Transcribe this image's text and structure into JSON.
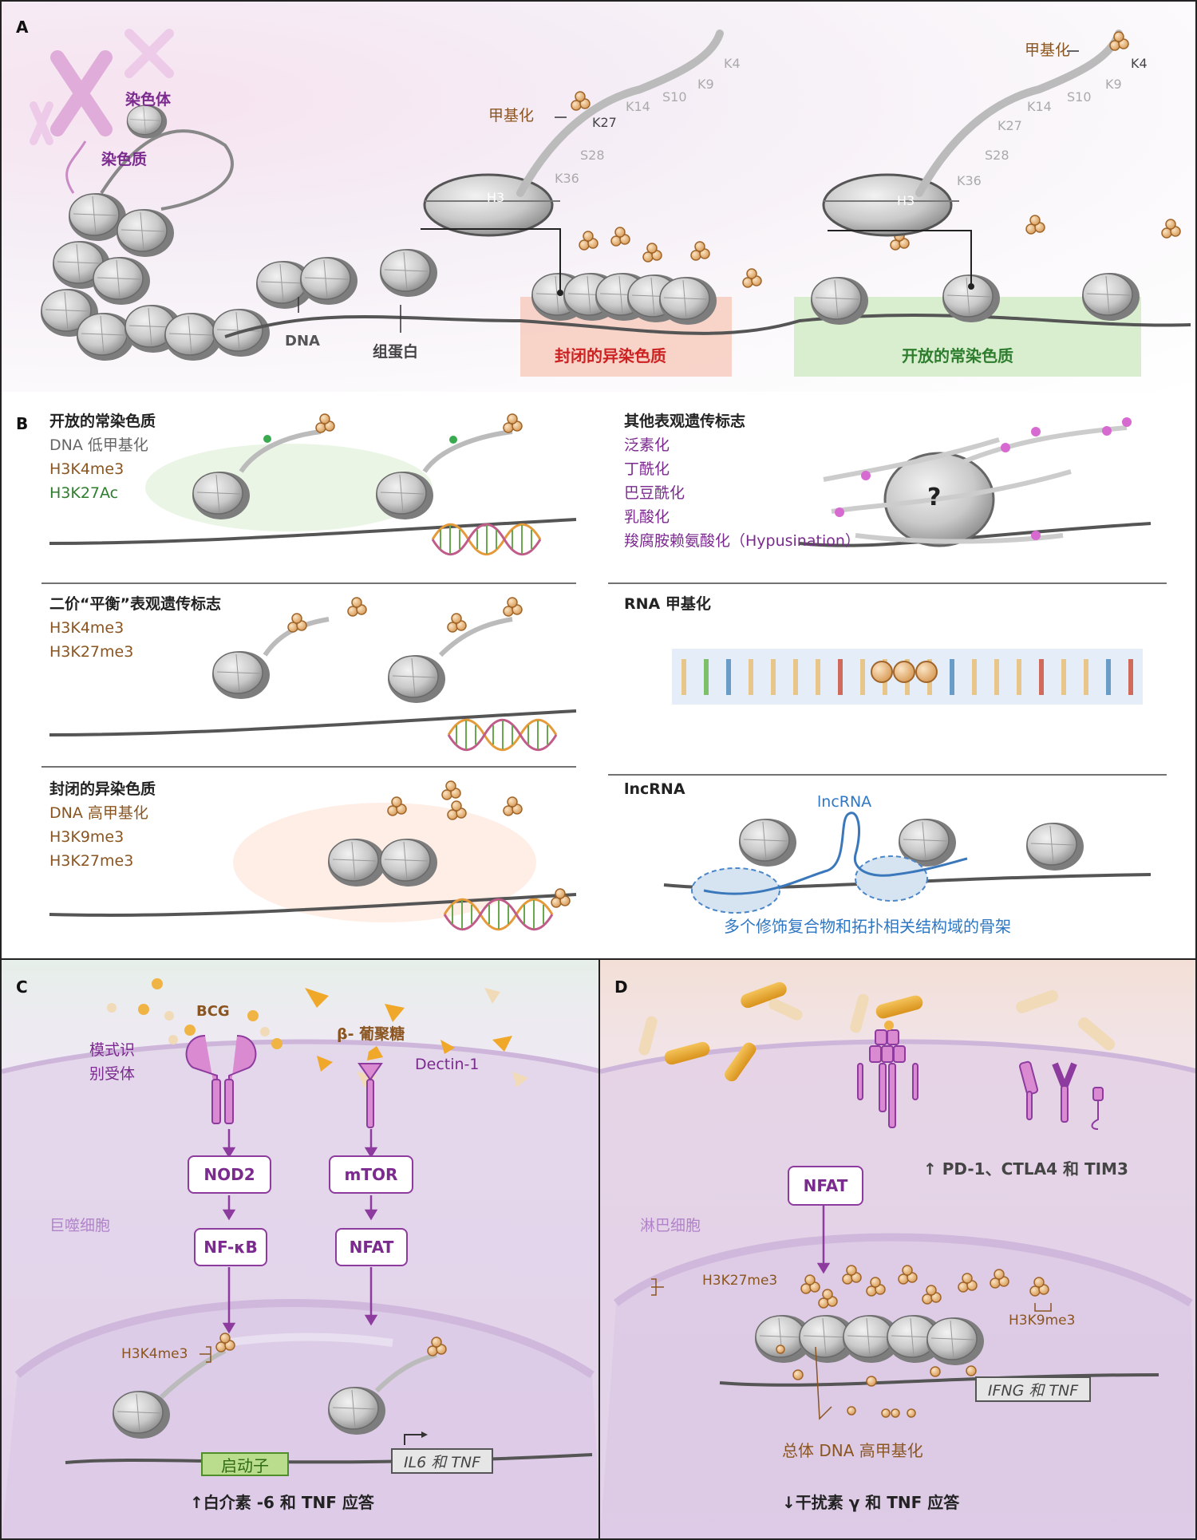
{
  "panel_a": {
    "label": "A",
    "chromosome": "染色体",
    "chromatin": "染色质",
    "dna": "DNA",
    "histone": "组蛋白",
    "closed_heterochromatin": "封闭的异染色质",
    "open_euchromatin": "开放的常染色质",
    "methylation": "甲基化",
    "tail_left": {
      "h3": "H3",
      "residues": [
        "K4",
        "K9",
        "S10",
        "K14",
        "K27",
        "S28",
        "K36"
      ]
    },
    "tail_right": {
      "h3": "H3",
      "residues": [
        "K4",
        "K9",
        "S10",
        "K14",
        "K27",
        "S28",
        "K36"
      ]
    }
  },
  "panel_b": {
    "label": "B",
    "open": {
      "title": "开放的常染色质",
      "lines": [
        "DNA 低甲基化",
        "H3K4me3",
        "H3K27Ac"
      ]
    },
    "other": {
      "title": "其他表观遗传标志",
      "lines": [
        "泛素化",
        "丁酰化",
        "巴豆酰化",
        "乳酸化",
        "羧腐胺赖氨酸化（Hypusination）"
      ],
      "question": "?"
    },
    "bivalent": {
      "title": "二价“平衡”表观遗传标志",
      "lines": [
        "H3K4me3",
        "H3K27me3"
      ]
    },
    "rna": {
      "title": "RNA 甲基化"
    },
    "closed": {
      "title": "封闭的异染色质",
      "lines": [
        "DNA 高甲基化",
        "H3K9me3",
        "H3K27me3"
      ]
    },
    "lnc": {
      "title": "lncRNA",
      "tag": "lncRNA",
      "caption": "多个修饰复合物和拓扑相关结构域的骨架"
    }
  },
  "panel_c": {
    "label": "C",
    "bcg": "BCG",
    "prr": [
      "模式识",
      "别受体"
    ],
    "beta_glucan": "β- 葡聚糖",
    "dectin": "Dectin-1",
    "nod2": "NOD2",
    "nfkb": "NF-κB",
    "mtor": "mTOR",
    "nfat": "NFAT",
    "cell": "巨噬细胞",
    "h3k4me3": "H3K4me3",
    "promoter": "启动子",
    "genes": "IL6 和 TNF",
    "result": "↑白介素 -6 和 TNF 应答"
  },
  "panel_d": {
    "label": "D",
    "nfat": "NFAT",
    "receptors": "↑ PD-1、CTLA4 和 TIM3",
    "cell": "淋巴细胞",
    "h3k27me3": "H3K27me3",
    "h3k9me3": "H3K9me3",
    "dna_meth": "总体 DNA 高甲基化",
    "genes": "IFNG 和 TNF",
    "result": "↓干扰素 γ 和 TNF 应答"
  },
  "colors": {
    "purple": "#7b2a8e",
    "brown": "#8a5520",
    "green": "#2e7d2e",
    "red": "#cc2222",
    "blue": "#2f77c2",
    "orange": "#e0a040"
  }
}
